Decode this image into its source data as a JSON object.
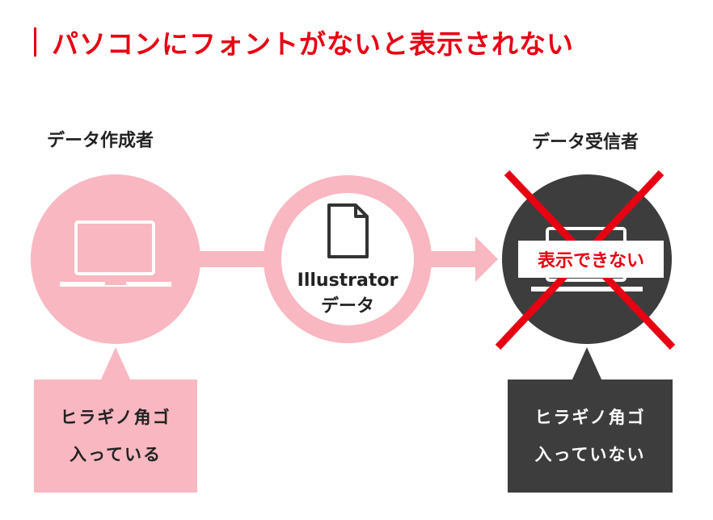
{
  "title": "パソコンにフォントがないと表示されない",
  "creator": {
    "label": "データ作成者",
    "note_line1": "ヒラギノ角ゴ",
    "note_line2": "入っている"
  },
  "file": {
    "line1": "Illustrator",
    "line2": "データ"
  },
  "receiver": {
    "label": "データ受信者",
    "overlay": "表示できない",
    "note_line1": "ヒラギノ角ゴ",
    "note_line2": "入っていない"
  },
  "colors": {
    "accent_red": "#e60012",
    "pink": "#f9b7c1",
    "dark": "#3d3d3d"
  },
  "icons": [
    "laptop-icon",
    "document-icon",
    "arrow-icon",
    "cross-icon"
  ]
}
